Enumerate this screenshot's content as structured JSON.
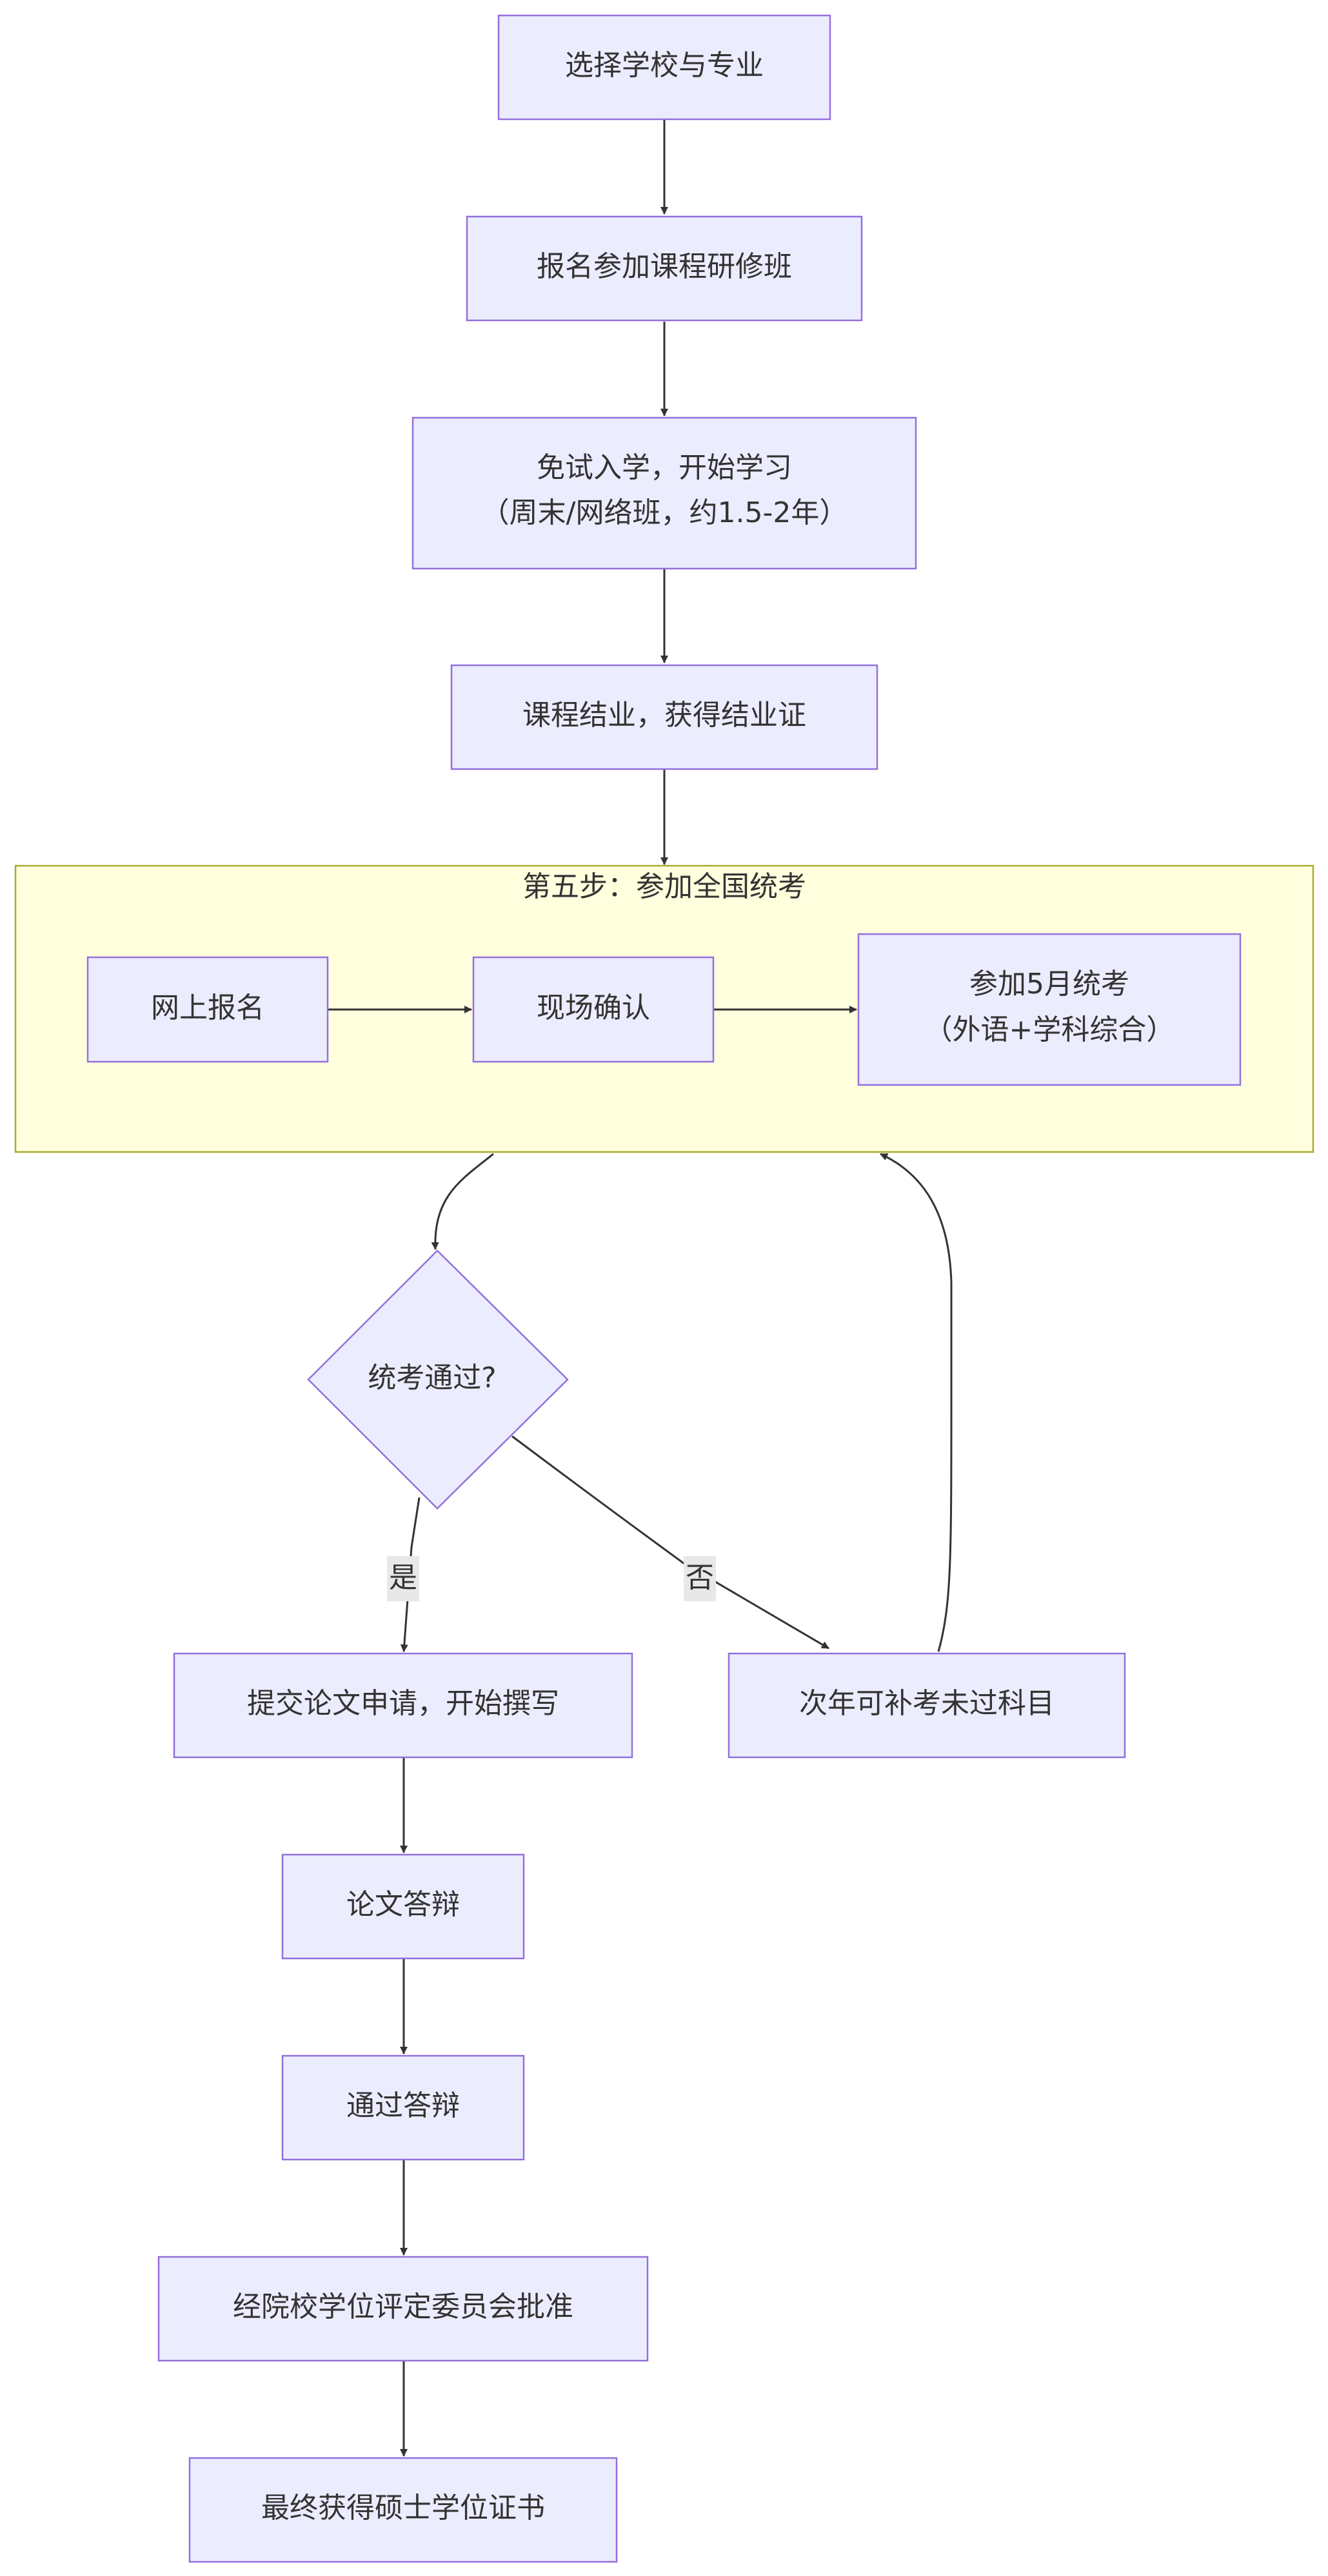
{
  "flow": {
    "step1": "选择学校与专业",
    "step2": "报名参加课程研修班",
    "step3_line1": "免试入学，开始学习",
    "step3_line2": "（周末/网络班，约1.5-2年）",
    "step4": "课程结业，获得结业证",
    "stage5": {
      "title": "第五步：参加全国统考",
      "register": "网上报名",
      "confirm": "现场确认",
      "exam_line1": "参加5月统考",
      "exam_line2": "（外语+学科综合）"
    },
    "decision": "统考通过?",
    "yes_label": "是",
    "no_label": "否",
    "retake": "次年可补考未过科目",
    "thesis_submit": "提交论文申请，开始撰写",
    "defense": "论文答辩",
    "pass_defense": "通过答辩",
    "approval": "经院校学位评定委员会批准",
    "final": "最终获得硕士学位证书"
  },
  "colors": {
    "node_fill": "#ECECFF",
    "node_stroke": "#9370DB",
    "cluster_fill": "#FFFFDE",
    "cluster_stroke": "#AAAA33",
    "edge": "#333333",
    "label_bg": "#E8E8E8",
    "text": "#333333"
  }
}
